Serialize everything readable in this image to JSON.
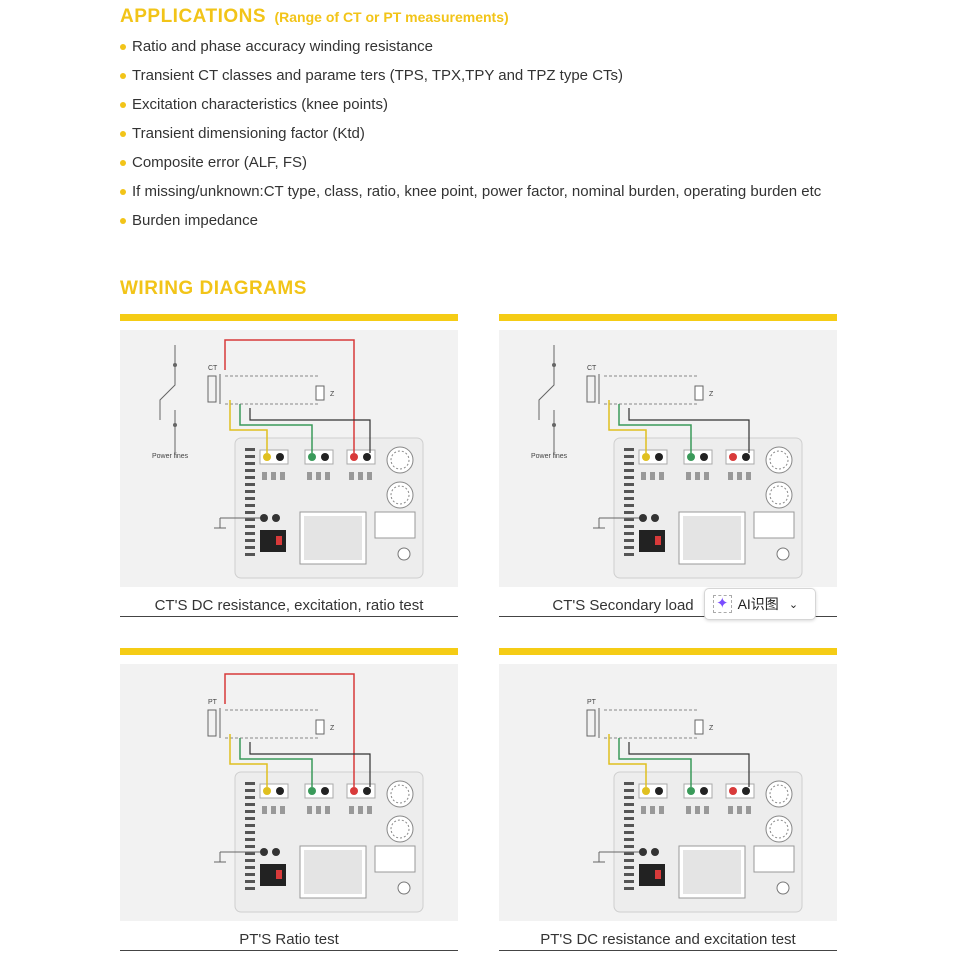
{
  "applications": {
    "title": "APPLICATIONS",
    "subtitle": "(Range of CT or PT measurements)",
    "items": [
      "Ratio and phase accuracy winding resistance",
      "Transient CT classes and parame ters (TPS, TPX,TPY and TPZ type CTs)",
      "Excitation characteristics (knee points)",
      "Transient dimensioning factor (Ktd)",
      "Composite error (ALF, FS)",
      "If missing/unknown:CT type, class, ratio, knee point, power factor, nominal burden, operating burden etc",
      "Burden impedance"
    ]
  },
  "wiring": {
    "title": "WIRING DIAGRAMS",
    "diagrams": [
      {
        "caption": "CT'S DC resistance, excitation, ratio test",
        "source_label": "CT",
        "side_label": "Power lines",
        "load_label": "Z"
      },
      {
        "caption": "CT'S Secondary load",
        "source_label": "CT",
        "side_label": "Power lines",
        "load_label": "Z"
      },
      {
        "caption": "PT'S Ratio test",
        "source_label": "PT",
        "side_label": "",
        "load_label": "Z"
      },
      {
        "caption": "PT'S DC resistance and excitation test",
        "source_label": "PT",
        "side_label": "",
        "load_label": "Z"
      }
    ]
  },
  "ai_chip": {
    "label": "AI识图",
    "icon": "sparkle-icon"
  },
  "colors": {
    "accent": "#f2c418",
    "bar": "#f5cc15",
    "wire_red": "#d83a3a",
    "wire_green": "#3a9a5a",
    "wire_yellow": "#e0c020"
  }
}
